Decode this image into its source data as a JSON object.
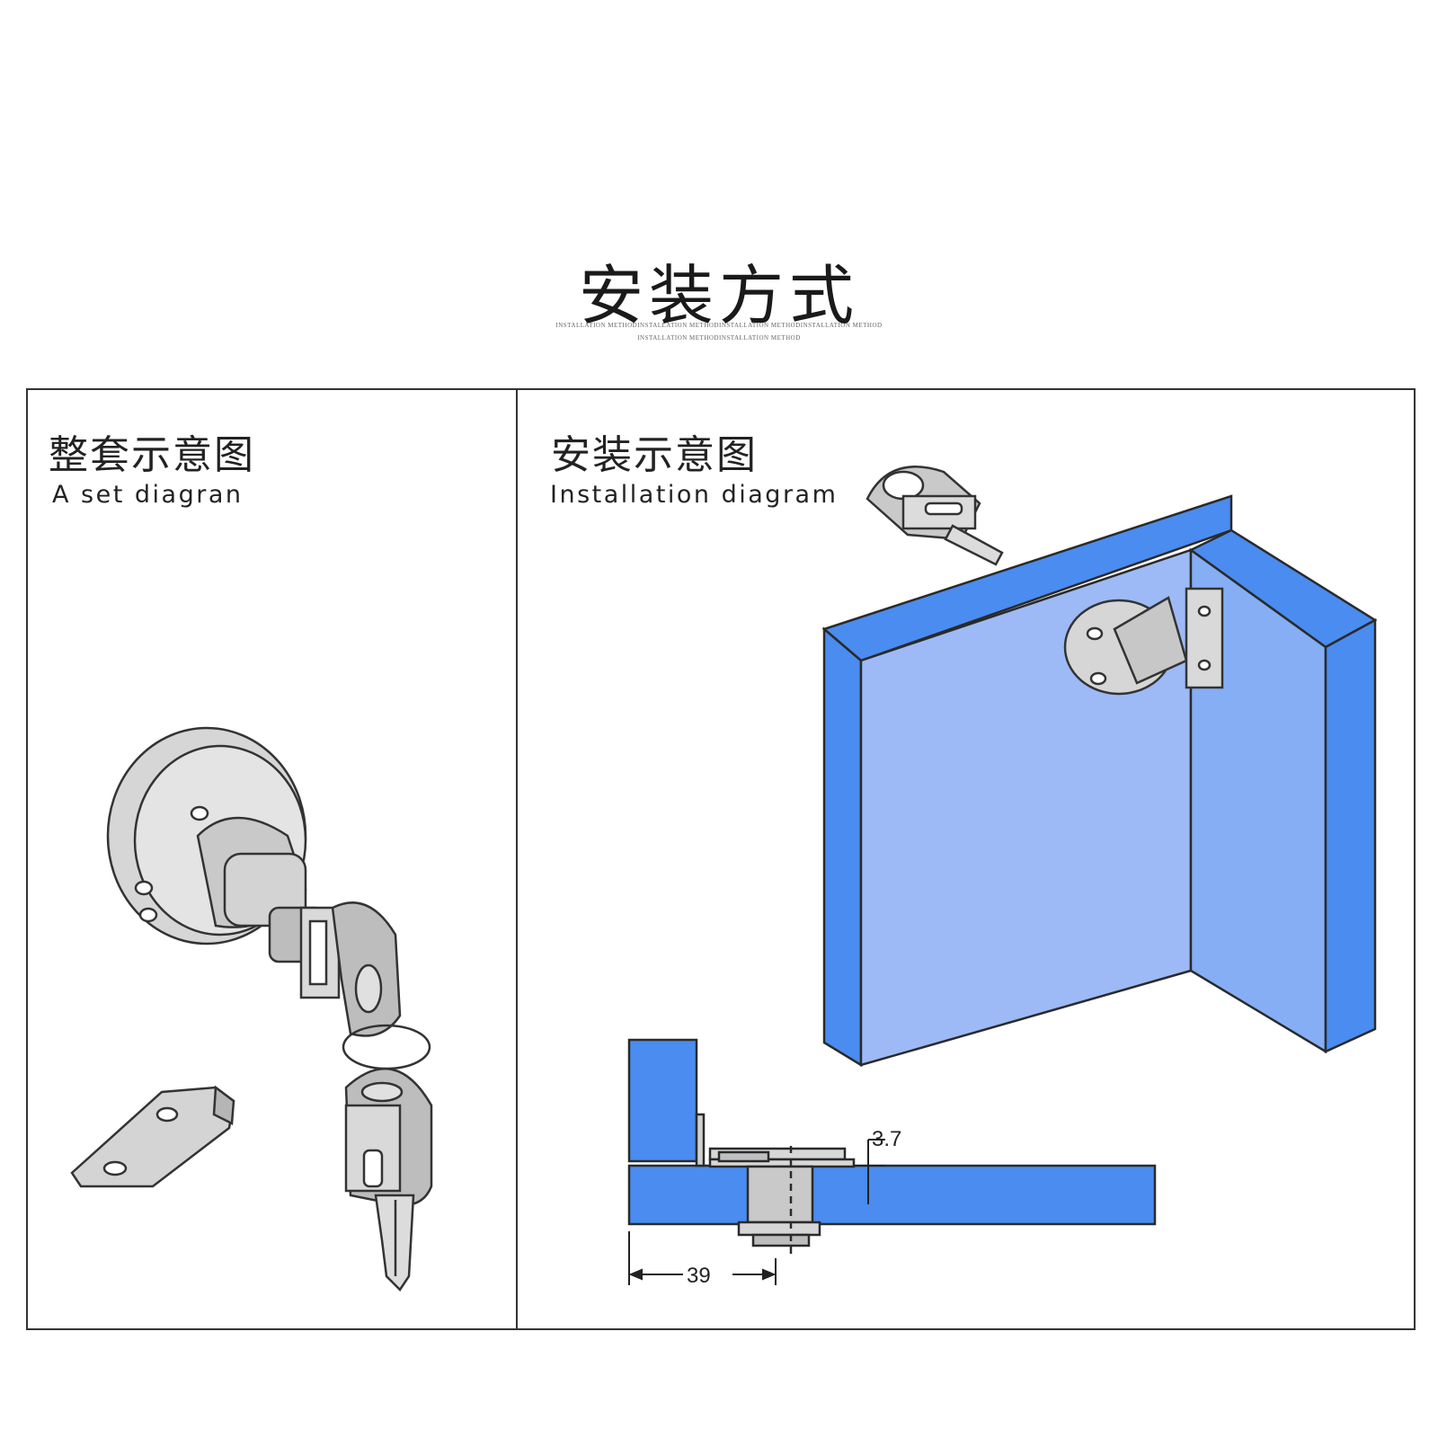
{
  "header": {
    "title": "安装方式",
    "subtitle_line1": "INSTALLATION METHODINSTALLATION METHODINSTALLATION METHODINSTALLATION METHOD",
    "subtitle_line2": "INSTALLATION METHODINSTALLATION METHOD"
  },
  "left_panel": {
    "title_cn": "整套示意图",
    "title_en": "A set diagran"
  },
  "right_panel": {
    "title_cn": "安装示意图",
    "title_en": "Installation diagram",
    "dimension_thickness": "3.7",
    "dimension_offset": "39"
  },
  "colors": {
    "panel_edge_blue": "#4a8cf0",
    "panel_face_blue": "#9dbaf7",
    "panel_side_blue": "#85aef5",
    "metal_gray": "#c9c9c9",
    "outline": "#333333"
  }
}
